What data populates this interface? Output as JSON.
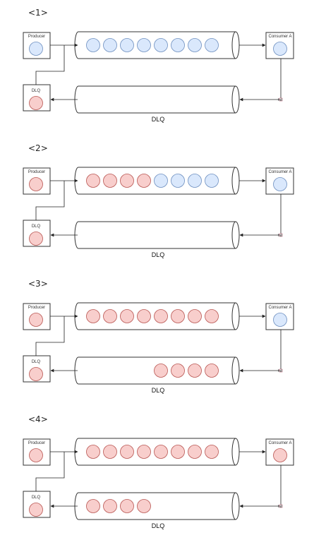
{
  "colors": {
    "ok_fill": "#dae8fc",
    "ok_stroke": "#6c8ebf",
    "dlq_fill": "#f8cecc",
    "dlq_stroke": "#b85450",
    "line": "#222222",
    "box_fill": "#ffffff",
    "box_stroke": "#333333"
  },
  "steps": [
    {
      "label": "<1>",
      "producer": {
        "label": "Producer",
        "status": "ok"
      },
      "dlq_box": {
        "label": "DLQ",
        "status": "dlq"
      },
      "consumer": {
        "label": "Consumer A",
        "status": "ok"
      },
      "main_queue": [
        "ok",
        "ok",
        "ok",
        "ok",
        "ok",
        "ok",
        "ok",
        "ok"
      ],
      "dlq_queue": [],
      "dlq_caption": "DLQ",
      "fail_label": "fail"
    },
    {
      "label": "<2>",
      "producer": {
        "label": "Producer",
        "status": "dlq"
      },
      "dlq_box": {
        "label": "DLQ",
        "status": "dlq"
      },
      "consumer": {
        "label": "Consumer A",
        "status": "ok"
      },
      "main_queue": [
        "dlq",
        "dlq",
        "dlq",
        "dlq",
        "ok",
        "ok",
        "ok",
        "ok"
      ],
      "dlq_queue": [],
      "dlq_caption": "DLQ",
      "fail_label": "fail"
    },
    {
      "label": "<3>",
      "producer": {
        "label": "Producer",
        "status": "dlq"
      },
      "dlq_box": {
        "label": "DLQ",
        "status": "dlq"
      },
      "consumer": {
        "label": "Consumer A",
        "status": "ok"
      },
      "main_queue": [
        "dlq",
        "dlq",
        "dlq",
        "dlq",
        "dlq",
        "dlq",
        "dlq",
        "dlq"
      ],
      "dlq_queue": [
        "dlq",
        "dlq",
        "dlq",
        "dlq"
      ],
      "dlq_queue_align": "right",
      "dlq_caption": "DLQ",
      "fail_label": "fail"
    },
    {
      "label": "<4>",
      "producer": {
        "label": "Producer",
        "status": "dlq"
      },
      "dlq_box": {
        "label": "DLQ",
        "status": "dlq"
      },
      "consumer": {
        "label": "Consumer A",
        "status": "dlq"
      },
      "main_queue": [
        "dlq",
        "dlq",
        "dlq",
        "dlq",
        "dlq",
        "dlq",
        "dlq",
        "dlq"
      ],
      "dlq_queue": [
        "dlq",
        "dlq",
        "dlq",
        "dlq"
      ],
      "dlq_queue_align": "left",
      "dlq_caption": "DLQ",
      "fail_label": "fail"
    }
  ]
}
